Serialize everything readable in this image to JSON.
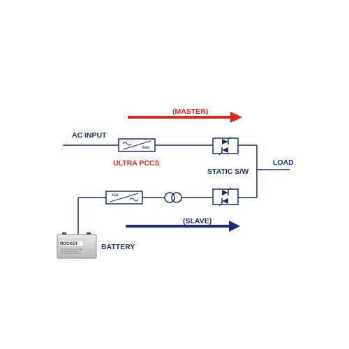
{
  "labels": {
    "master": "(MASTER)",
    "ac_input": "AC INPUT",
    "ultra_pccs": "ULTRA PCCS",
    "static_sw": "STATIC S/W",
    "load": "LOAD",
    "slave": "(SLAVE)",
    "battery": "BATTERY"
  },
  "battery_brand": "ROCKET",
  "colors": {
    "wire": "#1c2f7a",
    "master_arrow": "#e0281e",
    "slave_arrow": "#1c2f7a"
  }
}
